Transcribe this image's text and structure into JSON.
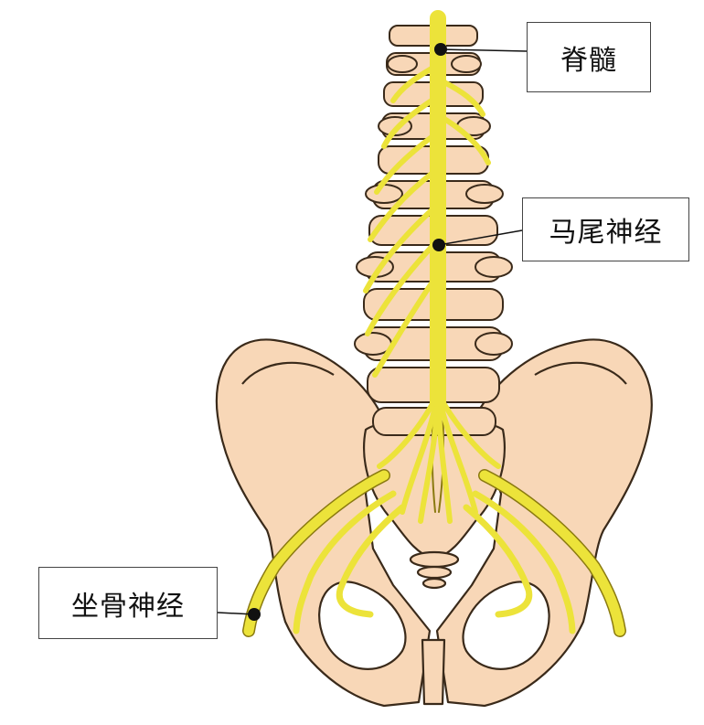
{
  "labels": {
    "spinal_cord": "脊髓",
    "cauda_equina": "马尾神经",
    "sciatic_nerve": "坐骨神经"
  },
  "colors": {
    "bone_fill": "#f8d7b7",
    "bone_stroke": "#3a2a1a",
    "nerve_fill": "#ece33a",
    "nerve_stroke": "#8a7a10",
    "pointer": "#111111"
  }
}
